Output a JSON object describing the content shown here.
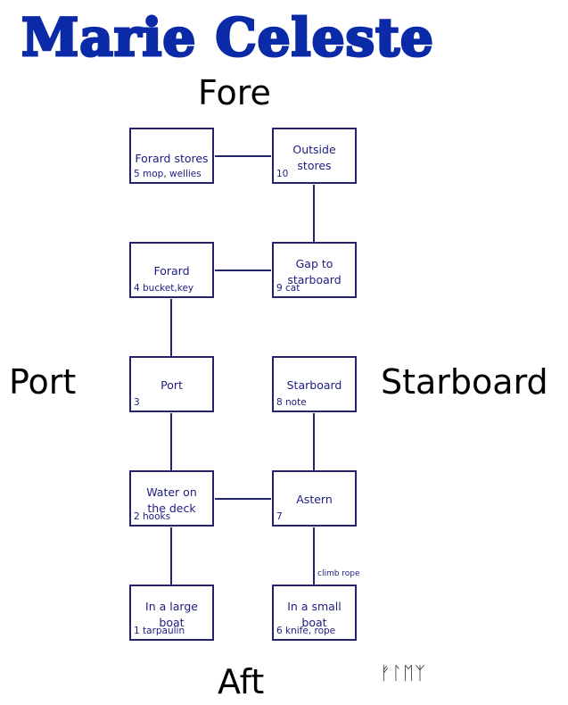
{
  "title": "Marie Celeste",
  "compass": {
    "fore": "Fore",
    "port": "Port",
    "starboard": "Starboard",
    "aft": "Aft"
  },
  "rooms": {
    "forard_stores": {
      "name": "Forard stores",
      "items": "5 mop, wellies"
    },
    "outside_stores": {
      "name": "Outside stores",
      "items": "10"
    },
    "forard": {
      "name": "Forard",
      "items": "4 bucket,key"
    },
    "gap_to_starboard": {
      "name": "Gap to starboard",
      "items": "9 cat"
    },
    "port": {
      "name": "Port",
      "items": "3"
    },
    "starboard": {
      "name": "Starboard",
      "items": "8 note"
    },
    "water_on_deck": {
      "name": "Water on the deck",
      "items": "2 hooks"
    },
    "astern": {
      "name": "Astern",
      "items": "7"
    },
    "large_boat": {
      "name": "In a large boat",
      "items": "1 tarpaulin"
    },
    "small_boat": {
      "name": "In a small boat",
      "items": "6 knife, rope"
    }
  },
  "connections": [
    [
      "forard_stores",
      "outside_stores"
    ],
    [
      "outside_stores",
      "gap_to_starboard"
    ],
    [
      "forard",
      "gap_to_starboard"
    ],
    [
      "forard",
      "port"
    ],
    [
      "port",
      "water_on_deck"
    ],
    [
      "starboard",
      "astern"
    ],
    [
      "water_on_deck",
      "astern"
    ],
    [
      "water_on_deck",
      "large_boat"
    ],
    [
      "astern",
      "small_boat"
    ]
  ],
  "edge_labels": {
    "astern_small_boat": "climb rope"
  },
  "signature": "ᚠᛚᛖᛉ",
  "colors": {
    "title": "#0b2aa8",
    "box_border": "#23226a",
    "box_text": "#1c1c80"
  }
}
